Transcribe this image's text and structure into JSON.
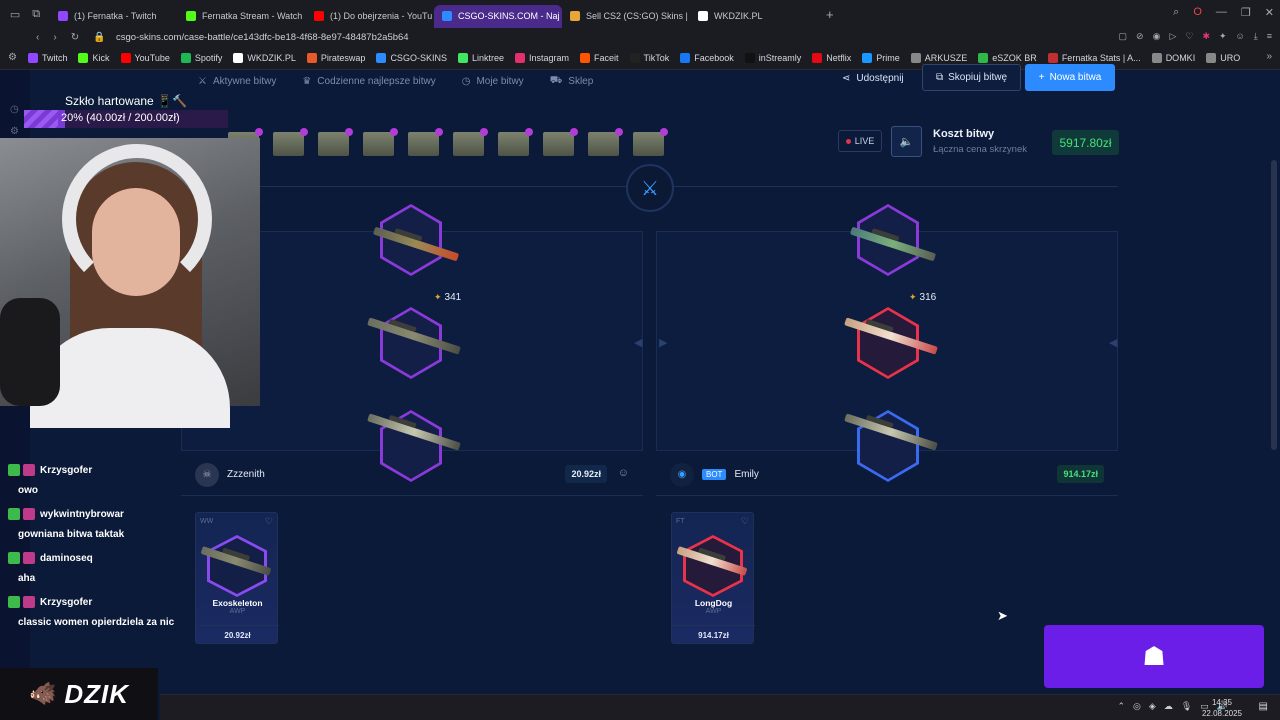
{
  "browser": {
    "tabs": [
      {
        "label": "(1) Fernatka - Twitch",
        "color": "#9146ff",
        "active": false
      },
      {
        "label": "Fernatka Stream - Watch",
        "color": "#53fc18",
        "active": false
      },
      {
        "label": "(1) Do obejrzenia - YouTu",
        "color": "#ff0000",
        "active": false
      },
      {
        "label": "CSGO-SKINS.COM - Naj",
        "color": "#2c8cff",
        "active": true
      },
      {
        "label": "Sell CS2 (CS:GO) Skins |",
        "color": "#e8a53a",
        "active": false
      },
      {
        "label": "WKDZIK.PL",
        "color": "#ffffff",
        "active": false
      }
    ],
    "url": "csgo-skins.com/case-battle/ce143dfc-be18-4f68-8e97-48487b2a5b64",
    "bookmarks": [
      {
        "label": "Twitch",
        "color": "#9146ff"
      },
      {
        "label": "Kick",
        "color": "#53fc18"
      },
      {
        "label": "YouTube",
        "color": "#ff0000"
      },
      {
        "label": "Spotify",
        "color": "#1db954"
      },
      {
        "label": "WKDZIK.PL",
        "color": "#ffffff"
      },
      {
        "label": "Pirateswap",
        "color": "#e85a2a"
      },
      {
        "label": "CSGO-SKINS",
        "color": "#2c8cff"
      },
      {
        "label": "Linktree",
        "color": "#43e660"
      },
      {
        "label": "Instagram",
        "color": "#e1306c"
      },
      {
        "label": "Faceit",
        "color": "#ff5500"
      },
      {
        "label": "TikTok",
        "color": "#222222"
      },
      {
        "label": "Facebook",
        "color": "#1877f2"
      },
      {
        "label": "inStreamly",
        "color": "#111111"
      },
      {
        "label": "Netflix",
        "color": "#e50914"
      },
      {
        "label": "Prime",
        "color": "#1a98ff"
      },
      {
        "label": "ARKUSZE",
        "color": "#888888"
      },
      {
        "label": "eSZOK BR",
        "color": "#2eb84a"
      },
      {
        "label": "Fernatka Stats | A...",
        "color": "#c03030"
      },
      {
        "label": "DOMKI",
        "color": "#888888"
      },
      {
        "label": "URO",
        "color": "#888888"
      }
    ]
  },
  "site": {
    "nav": [
      {
        "label": "Aktywne bitwy",
        "icon": "swords-icon"
      },
      {
        "label": "Codzienne najlepsze bitwy",
        "icon": "trophy-icon"
      },
      {
        "label": "Moje bitwy",
        "icon": "history-icon"
      },
      {
        "label": "Sklep",
        "icon": "cart-icon"
      }
    ],
    "share_label": "Udostępnij",
    "copy_label": "Skopiuj bitwę",
    "new_label": "Nowa bitwa",
    "live_label": "LIVE",
    "cost_title": "Koszt bitwy",
    "cost_subtitle": "Łączna cena skrzynek",
    "cost_value": "5917.80zł",
    "case_count": 10,
    "players": [
      {
        "name": "Zzzenith",
        "is_bot": false,
        "total": "20.92zł",
        "reel_xp": "341",
        "drop": {
          "wear": "WW",
          "name": "Exoskeleton",
          "type": "AWP",
          "price": "20.92zł",
          "rarity_color": "#8a4af0"
        }
      },
      {
        "name": "Emily",
        "is_bot": true,
        "bot_label": "BOT",
        "total": "914.17zł",
        "reel_xp": "316",
        "drop": {
          "wear": "FT",
          "name": "LongDog",
          "type": "AWP",
          "price": "914.17zł",
          "rarity_color": "#e8334a"
        }
      }
    ]
  },
  "overlay": {
    "goal_title": "Szkło hartowane 📱🔨",
    "goal_value": "20% (40.00zł / 200.00zł)",
    "goal_progress": 0.2,
    "chat": [
      {
        "user": "Krzysgofer",
        "text": "owo"
      },
      {
        "user": "wykwintnybrowar",
        "text": "gowniana bitwa taktak"
      },
      {
        "user": "daminoseq",
        "text": "aha"
      },
      {
        "user": "Krzysgofer",
        "text": "classic women opierdziela za nic"
      }
    ],
    "logo_text": "DZIK"
  },
  "taskbar": {
    "time": "14:35",
    "date": "22.08.2025"
  }
}
